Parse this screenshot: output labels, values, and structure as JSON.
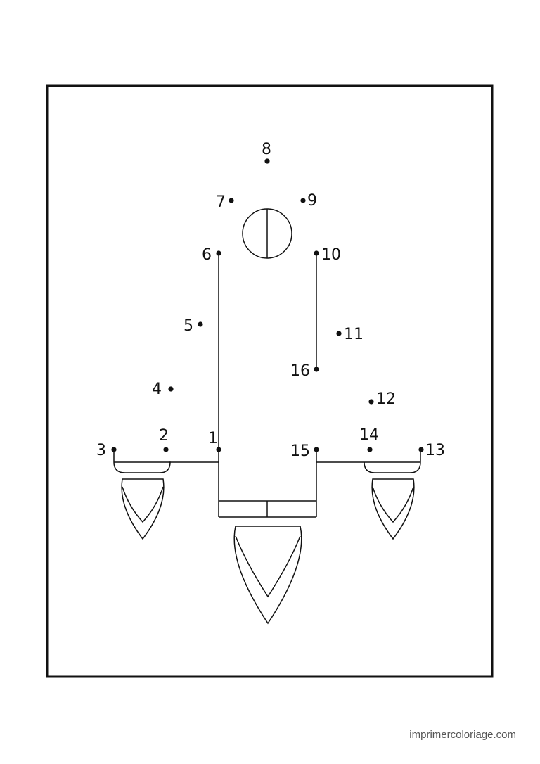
{
  "dots": [
    {
      "label": "1"
    },
    {
      "label": "2"
    },
    {
      "label": "3"
    },
    {
      "label": "4"
    },
    {
      "label": "5"
    },
    {
      "label": "6"
    },
    {
      "label": "7"
    },
    {
      "label": "8"
    },
    {
      "label": "9"
    },
    {
      "label": "10"
    },
    {
      "label": "11"
    },
    {
      "label": "12"
    },
    {
      "label": "13"
    },
    {
      "label": "14"
    },
    {
      "label": "15"
    },
    {
      "label": "16"
    }
  ],
  "credit": "imprimercoloriage.com",
  "colors": {
    "ink": "#111111",
    "paper": "#ffffff",
    "credit": "#555555"
  }
}
